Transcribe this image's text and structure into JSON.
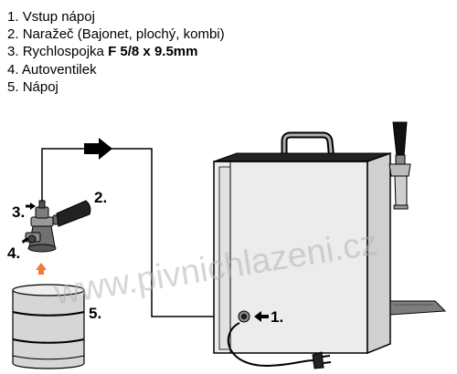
{
  "legend": {
    "items": [
      {
        "prefix": "1. ",
        "text": "Vstup nápoj",
        "bold": ""
      },
      {
        "prefix": "2. ",
        "text": "Naražeč (Bajonet, plochý, kombi)",
        "bold": ""
      },
      {
        "prefix": "3. ",
        "text": "Rychlospojka ",
        "bold": "F 5/8 x 9.5mm"
      },
      {
        "prefix": "4. ",
        "text": "Autoventilek",
        "bold": ""
      },
      {
        "prefix": "5. ",
        "text": "Nápoj",
        "bold": ""
      }
    ]
  },
  "callouts": {
    "n1": "1.",
    "n2": "2.",
    "n3": "3.",
    "n4": "4.",
    "n5": "5."
  },
  "watermark": "www.pivnichlazeni.cz",
  "colors": {
    "line": "#000000",
    "keg_fill": "#d6d6d6",
    "cooler_fill": "#ececec",
    "upward_arrow": "#f07a3a",
    "watermark": "#b4b4b4"
  }
}
